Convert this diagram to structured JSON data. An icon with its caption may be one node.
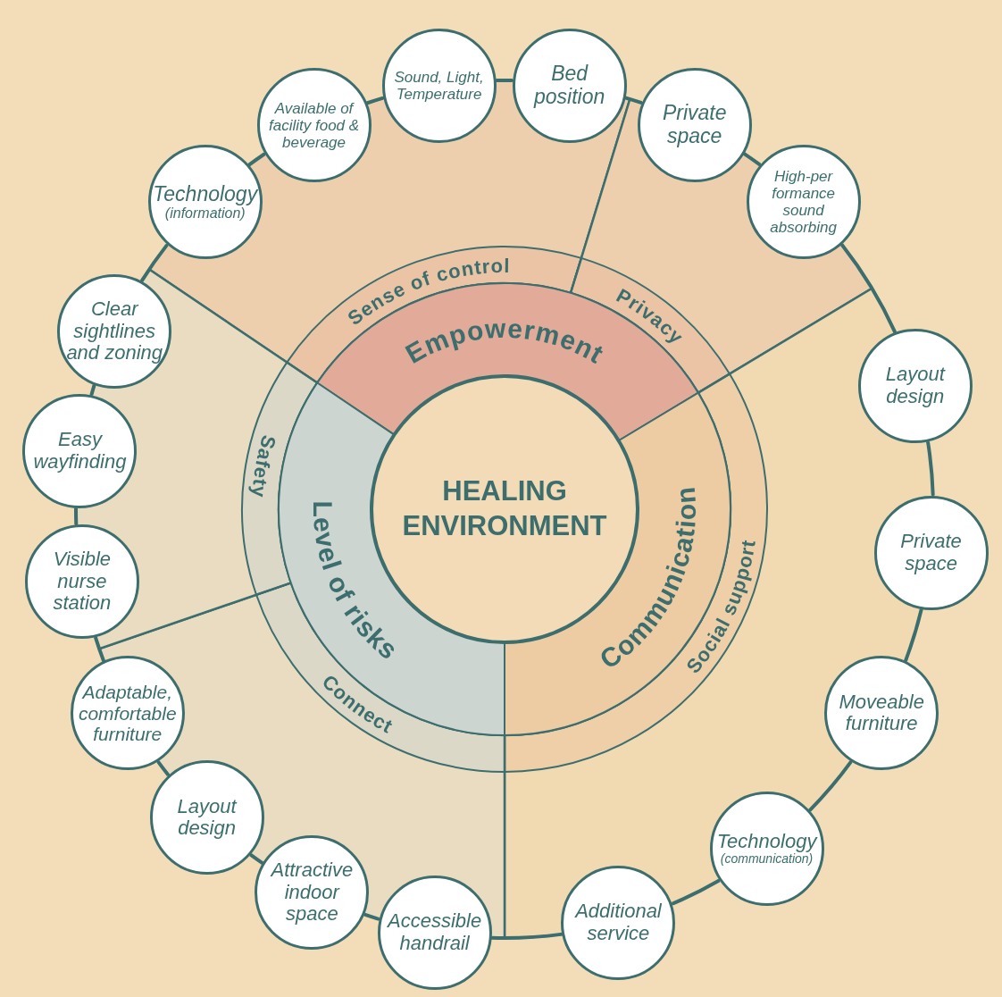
{
  "diagram": {
    "nodes": [
      {
        "text": [
          "HEALING ENVIRONMENT"
        ]
      },
      {
        "text": [
          "Empowerment"
        ]
      },
      {
        "text": [
          "Level of risks"
        ]
      },
      {
        "text": [
          "Communication"
        ]
      },
      {
        "text": [
          "Technology",
          "(information)"
        ]
      },
      {
        "text": [
          "Available of facility food & beverage"
        ]
      },
      {
        "text": [
          "Sound, Light, Temperature"
        ]
      },
      {
        "text": [
          "Bed position"
        ]
      },
      {
        "text": [
          "Private space"
        ]
      },
      {
        "text": [
          "High-per formance sound absorbing"
        ]
      },
      {
        "text": [
          "Layout design"
        ]
      },
      {
        "text": [
          "Private space"
        ]
      },
      {
        "text": [
          "Moveable furniture"
        ]
      },
      {
        "text": [
          "Technology",
          "(communication)"
        ]
      },
      {
        "text": [
          "Additional service"
        ]
      },
      {
        "text": [
          "Accessible handrail"
        ]
      },
      {
        "text": [
          "Attractive indoor space"
        ]
      },
      {
        "text": [
          "Layout design"
        ]
      },
      {
        "text": [
          "Adaptable, comfortable furniture"
        ]
      },
      {
        "text": [
          "Visible nurse station"
        ]
      },
      {
        "text": [
          "Easy wayfinding"
        ]
      },
      {
        "text": [
          "Clear sightlines and zoning"
        ]
      }
    ],
    "edges": [
      {
        "from": 4,
        "to": 5,
        "arrow": "none"
      },
      {
        "from": 5,
        "to": 6,
        "arrow": "none"
      },
      {
        "from": 6,
        "to": 7,
        "arrow": "none"
      },
      {
        "from": 7,
        "to": 8,
        "arrow": "none"
      },
      {
        "from": 8,
        "to": 9,
        "arrow": "none"
      },
      {
        "from": 9,
        "to": 10,
        "arrow": "none"
      },
      {
        "from": 10,
        "to": 11,
        "arrow": "none"
      },
      {
        "from": 11,
        "to": 12,
        "arrow": "none"
      },
      {
        "from": 12,
        "to": 13,
        "arrow": "none"
      },
      {
        "from": 13,
        "to": 14,
        "arrow": "none"
      },
      {
        "from": 14,
        "to": 15,
        "arrow": "none"
      },
      {
        "from": 15,
        "to": 16,
        "arrow": "none"
      },
      {
        "from": 16,
        "to": 17,
        "arrow": "none"
      },
      {
        "from": 17,
        "to": 18,
        "arrow": "none"
      },
      {
        "from": 18,
        "to": 19,
        "arrow": "none"
      },
      {
        "from": 19,
        "to": 20,
        "arrow": "none"
      },
      {
        "from": 20,
        "to": 21,
        "arrow": "none"
      },
      {
        "from": 21,
        "to": 4,
        "arrow": "none"
      }
    ],
    "labels": [
      "Sense of control",
      "Privacy",
      "Safety",
      "Social support",
      "Connect"
    ]
  }
}
